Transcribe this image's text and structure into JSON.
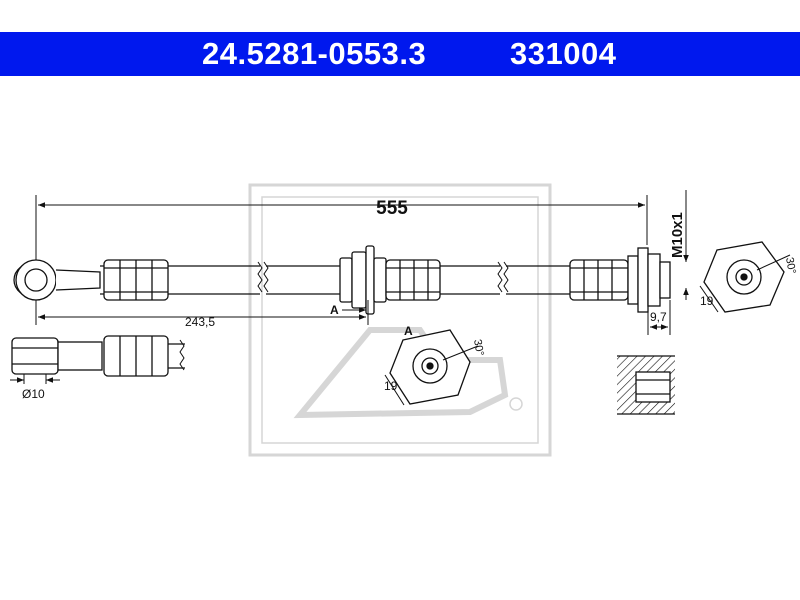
{
  "header": {
    "part_number": "24.5281-0553.3",
    "ref_number": "331004",
    "background_color": "#0018ee"
  },
  "dimensions": {
    "overall_length": "555",
    "offset_length": "243,5",
    "thread": "M10x1",
    "fitting_length": "9,7",
    "eye_diameter": "Ø10",
    "wrench_size_a": "19",
    "wrench_size_b": "19",
    "angle_a": "30°",
    "angle_b": "30°",
    "section_label": "A",
    "view_label": "A"
  },
  "watermark": {
    "logo": "ate-logo",
    "registered": "®"
  }
}
